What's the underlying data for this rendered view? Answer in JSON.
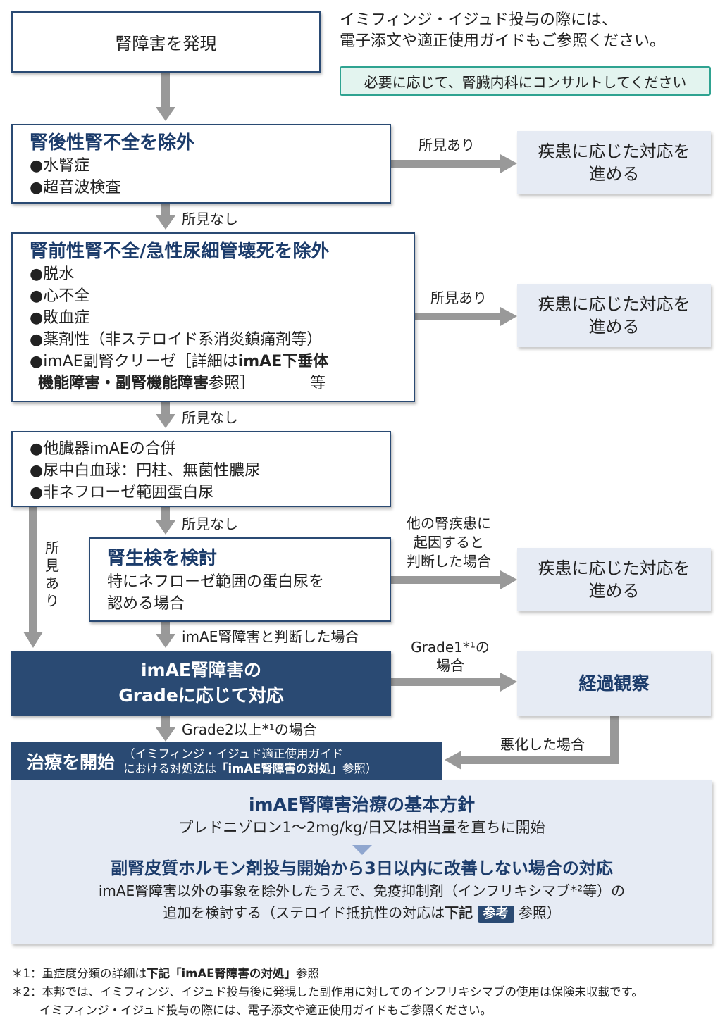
{
  "start": {
    "label": "腎障害を発現"
  },
  "note": {
    "line1": "イミフィンジ・イジュド投与の際には、",
    "line2": "電子添文や適正使用ガイドもご参照ください。",
    "consult": "必要に応じて、腎臓内科にコンサルトしてください"
  },
  "step1": {
    "title": "腎後性腎不全を除外",
    "items": [
      "●水腎症",
      "●超音波検査"
    ]
  },
  "step2": {
    "title": "腎前性腎不全/急性尿細管壊死を除外",
    "items": [
      "●脱水",
      "●心不全",
      "●敗血症",
      "●薬剤性（非ステロイド系消炎鎮痛剤等）"
    ],
    "item5_a": "●imAE副腎クリーゼ［詳細は",
    "item5_b": "imAE下垂体",
    "item5_c": "機能障害・副腎機能障害",
    "item5_d": "参照］",
    "item5_e": "等"
  },
  "step3": {
    "items": [
      "●他臓器imAEの合併",
      "●尿中白血球：円柱、無菌性膿尿",
      "●非ネフローゼ範囲蛋白尿"
    ]
  },
  "step4": {
    "title": "腎生検を検討",
    "line1": "特にネフローゼ範囲の蛋白尿を",
    "line2": "認める場合"
  },
  "grade": {
    "line1": "imAE腎障害の",
    "line2": "Gradeに応じて対応"
  },
  "outcome": {
    "line1": "疾患に応じた対応を",
    "line2": "進める"
  },
  "observe": {
    "label": "経過観察"
  },
  "labels": {
    "finding_yes": "所見あり",
    "finding_no": "所見なし",
    "finding_yes_vertical": [
      "所",
      "見",
      "あ",
      "り"
    ],
    "other_kidney": [
      "他の腎疾患に",
      "起因すると",
      "判断した場合"
    ],
    "imae_judged": "imAE腎障害と判断した場合",
    "grade1": [
      "Grade1*¹の",
      "場合"
    ],
    "grade2": "Grade2以上*¹の場合",
    "worsened": "悪化した場合"
  },
  "treatment": {
    "title": "治療を開始",
    "note1": "（イミフィンジ・イジュド適正使用ガイド",
    "note2a": "における対処法は",
    "note2b": "「imAE腎障害の対処」",
    "note2c": "参照）",
    "policy_title": "imAE腎障害治療の基本方針",
    "policy_text": "プレドニゾロン1〜2mg/kg/日又は相当量を直ちに開始",
    "sub_title": "副腎皮質ホルモン剤投与開始から3日以内に改善しない場合の対応",
    "sub_text1": "imAE腎障害以外の事象を除外したうえで、免疫抑制剤（インフリキシマブ*²等）の",
    "sub_text2a": "追加を検討する（ステロイド抵抗性の対応は",
    "sub_text2b": "下記",
    "badge": "参考",
    "sub_text2c": "参照）"
  },
  "footnotes": {
    "f1a": "＊1：重症度分類の詳細は",
    "f1b": "下記「imAE腎障害の対処」",
    "f1c": "参照",
    "f2": "＊2：本邦では、イミフィンジ、イジュド投与後に発現した副作用に対してのインフリキシマブの使用は保険未収載です。",
    "f3": "イミフィンジ・イジュド投与の際には、電子添文や適正使用ガイドもご参照ください。"
  },
  "colors": {
    "navy": "#2a4a73",
    "arrow": "#999999",
    "light": "#e6ebf4",
    "teal": "#2fa391"
  }
}
